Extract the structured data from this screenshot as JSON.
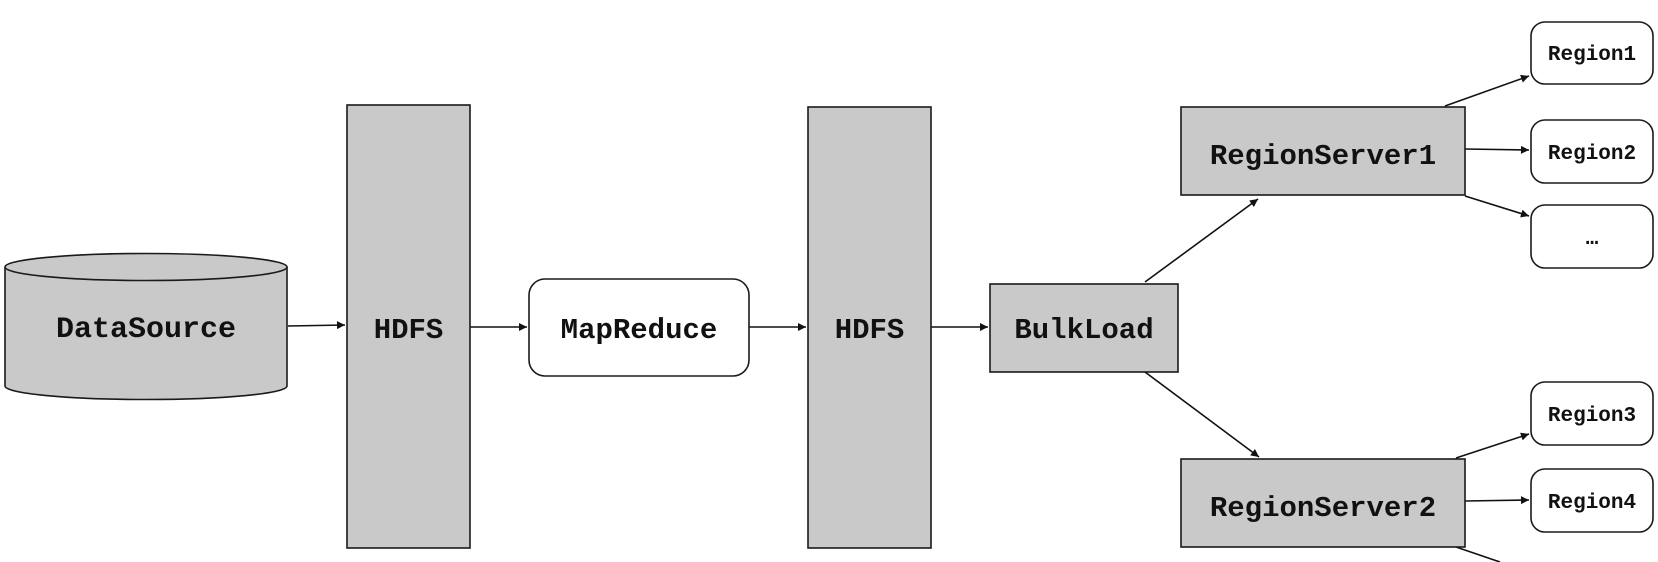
{
  "nodes": {
    "datasource": "DataSource",
    "hdfs1": "HDFS",
    "mapreduce": "MapReduce",
    "hdfs2": "HDFS",
    "bulkload": "BulkLoad",
    "regionserver1": "RegionServer1",
    "regionserver2": "RegionServer2",
    "region1": "Region1",
    "region2": "Region2",
    "region_more": "…",
    "region3": "Region3",
    "region4": "Region4"
  },
  "colors": {
    "node_fill_gray": "#c9c9c9",
    "node_fill_white": "#ffffff",
    "stroke": "#1a1a1a"
  },
  "edges": [
    {
      "from": "datasource",
      "to": "hdfs1"
    },
    {
      "from": "hdfs1",
      "to": "mapreduce"
    },
    {
      "from": "mapreduce",
      "to": "hdfs2"
    },
    {
      "from": "hdfs2",
      "to": "bulkload"
    },
    {
      "from": "bulkload",
      "to": "regionserver1"
    },
    {
      "from": "bulkload",
      "to": "regionserver2"
    },
    {
      "from": "regionserver1",
      "to": "region1"
    },
    {
      "from": "regionserver1",
      "to": "region2"
    },
    {
      "from": "regionserver1",
      "to": "region_more"
    },
    {
      "from": "regionserver2",
      "to": "region3"
    },
    {
      "from": "regionserver2",
      "to": "region4"
    },
    {
      "from": "regionserver2",
      "to": "(cut off)"
    }
  ]
}
